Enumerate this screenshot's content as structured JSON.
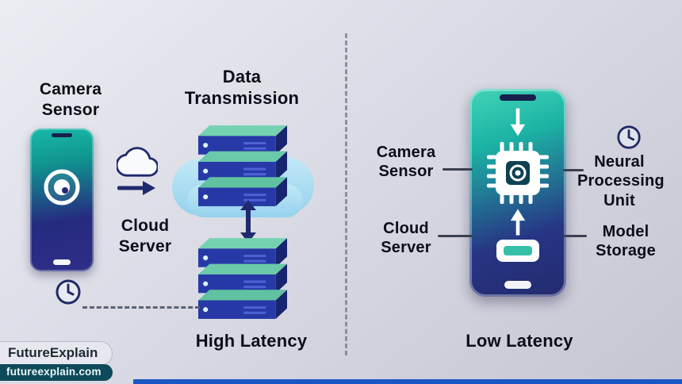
{
  "left_panel": {
    "camera_sensor": "Camera\nSensor",
    "cloud_server": "Cloud\nServer",
    "data_transmission": "Data\nTransmission",
    "high_latency": "High Latency"
  },
  "right_panel": {
    "camera_sensor": "Camera\nSensor",
    "neural_processing_unit": "Neural\nProcessing\nUnit",
    "cloud_server": "Cloud\nServer",
    "model_storage": "Model\nStorage",
    "low_latency": "Low Latency"
  },
  "branding": {
    "name": "FutureExplain",
    "url": "futureexplain.com"
  },
  "icons": {
    "cloud": "cloud-icon",
    "clock": "clock-icon",
    "arrow_right": "arrow-right-icon",
    "arrow_down": "arrow-down-icon",
    "arrow_up": "arrow-up-icon",
    "double_vertical_arrow": "double-vertical-arrow-icon",
    "server_stack": "server-stack-icon",
    "chip": "neural-chip-icon",
    "camera_lens": "camera-lens-icon"
  },
  "colors": {
    "background_start": "#ecedf3",
    "background_end": "#c6c6d2",
    "navy": "#1f2a6e",
    "teal": "#1cb3a4",
    "server_blue": "#2739a6",
    "server_teal_top": "#6acaa9",
    "cloud_fill": "#a9def2",
    "brand_dark": "#0d4a5a",
    "bottom_bar_blue": "#1b57c4"
  }
}
